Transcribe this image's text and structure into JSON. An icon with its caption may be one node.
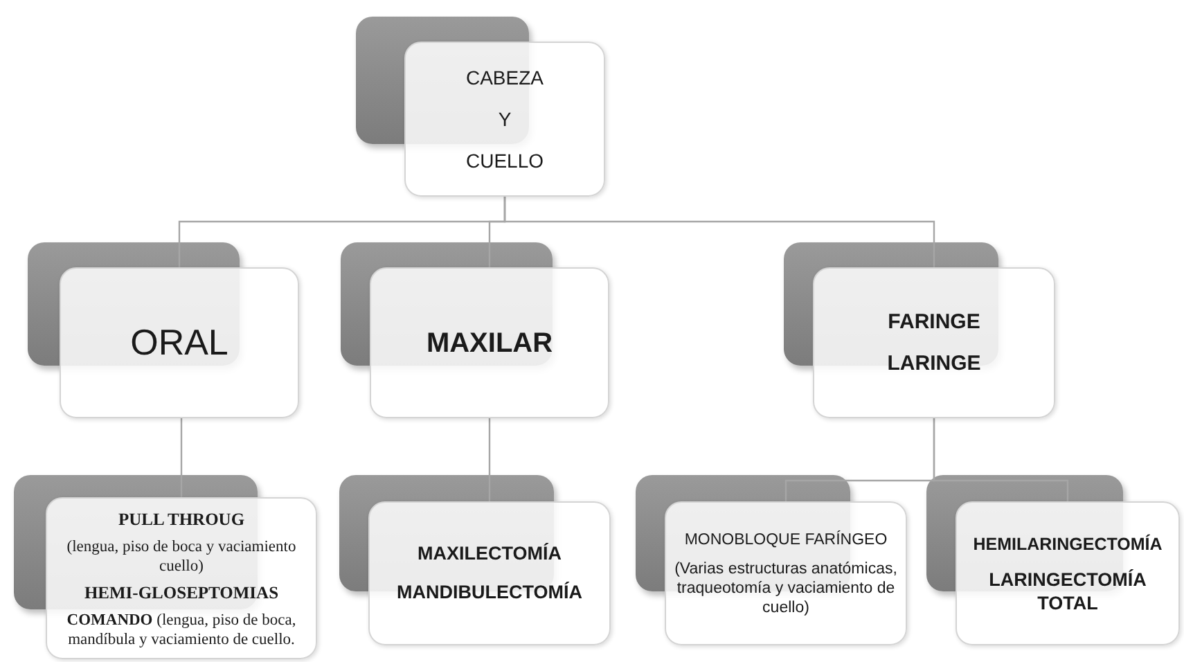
{
  "diagram": {
    "nodes": [
      {
        "text": [
          "CABEZA Y CUELLO"
        ]
      },
      {
        "text": [
          "ORAL"
        ]
      },
      {
        "text": [
          "MAXILAR"
        ]
      },
      {
        "text": [
          "FARINGE LARINGE"
        ]
      },
      {
        "text": [
          "PULL THROUG",
          "(lengua, piso de boca y vaciamiento cuello)",
          "HEMI-GLOSEPTOMIAS",
          "**COMANDO** (lengua, piso de boca, mandíbula y vaciamiento de cuello."
        ]
      },
      {
        "text": [
          "MAXILECTOMÍA",
          "MANDIBULECTOMÍA"
        ]
      },
      {
        "text": [
          "MONOBLOQUE FARÍNGEO",
          "(Varias estructuras anatómicas, traqueotomía y vaciamiento de cuello)"
        ]
      },
      {
        "text": [
          "HEMILARINGECTOMÍA",
          "LARINGECTOMÍA TOTAL"
        ]
      }
    ],
    "edges": [
      {
        "from": 0,
        "to": 1,
        "arrow": "none"
      },
      {
        "from": 0,
        "to": 2,
        "arrow": "none"
      },
      {
        "from": 0,
        "to": 3,
        "arrow": "none"
      },
      {
        "from": 1,
        "to": 4,
        "arrow": "none"
      },
      {
        "from": 2,
        "to": 5,
        "arrow": "none"
      },
      {
        "from": 3,
        "to": 6,
        "arrow": "none"
      },
      {
        "from": 3,
        "to": 7,
        "arrow": "none"
      }
    ]
  }
}
